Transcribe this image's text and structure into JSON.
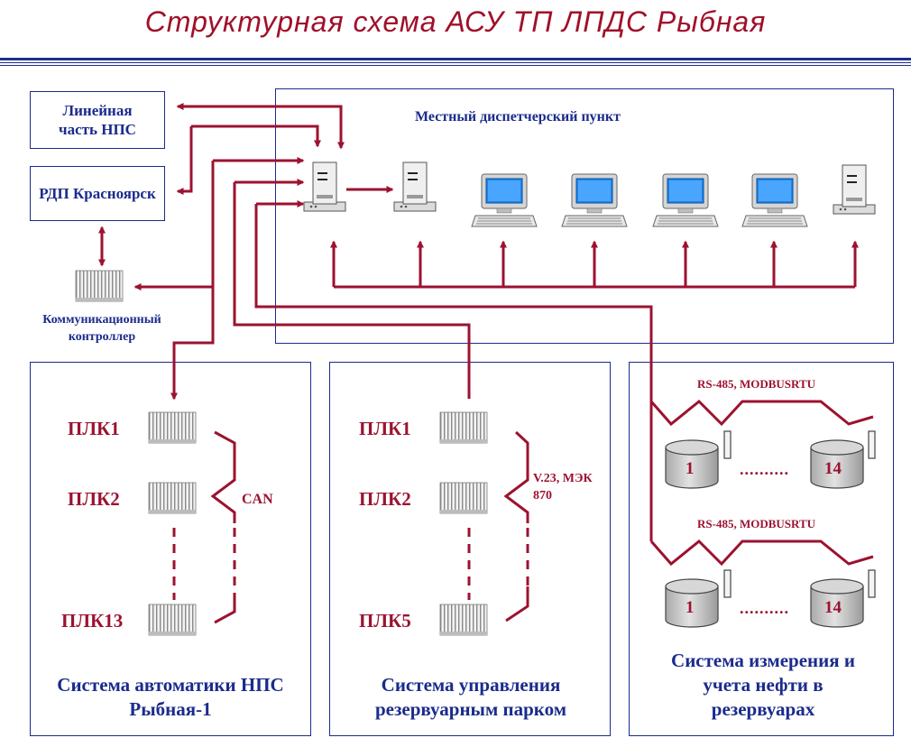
{
  "title": "Структурная схема АСУ ТП ЛПДС Рыбная",
  "colors": {
    "title": "#a0102a",
    "frame": "#1a2b8c",
    "link": "#9c1230",
    "device_gray": "#cfcfcf"
  },
  "left_boxes": {
    "line_part": "Линейная часть НПС",
    "rdp": "РДП Красноярск"
  },
  "comm_controller": "Коммуникационный контроллер",
  "dispatch": {
    "label": "Местный диспетчерский пункт",
    "devices": [
      "server-tower",
      "server-tower",
      "workstation",
      "workstation",
      "workstation",
      "workstation",
      "server-tower"
    ]
  },
  "automation": {
    "plcs": [
      "ПЛК1",
      "ПЛК2",
      "ПЛК13"
    ],
    "bus": "CAN",
    "caption": "Система автоматики НПС Рыбная-1"
  },
  "tank_farm": {
    "plcs": [
      "ПЛК1",
      "ПЛК2",
      "ПЛК5"
    ],
    "bus": "V.23, МЭК 870",
    "caption": "Система управления резервуарным парком"
  },
  "metering": {
    "bus1": "RS-485, MODBUSRTU",
    "bus2": "RS-485, MODBUSRTU",
    "tank_first": "1",
    "tank_last": "14",
    "ellipsis": "..........",
    "caption": "Система измерения и учета нефти в резервуарах"
  }
}
